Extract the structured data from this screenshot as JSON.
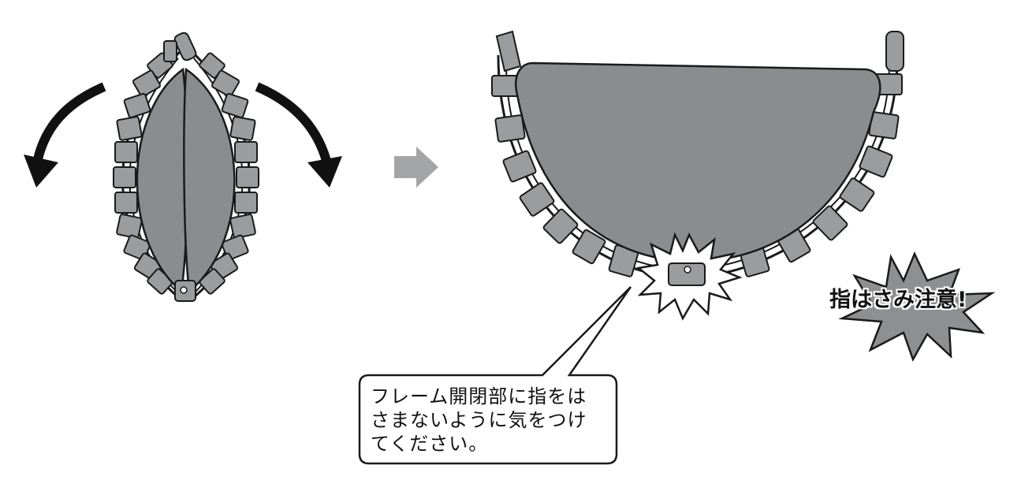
{
  "callout": {
    "lines": [
      "フレーム開閉部に指をは",
      "さまないように気をつけ",
      "てください。"
    ]
  },
  "warning_burst": {
    "label": "指はさみ注意!"
  },
  "colors": {
    "fabric": "#8a8c8e",
    "tab": "#9a9c9e",
    "burst": "#8d8f91",
    "outline": "#1a1a1a",
    "arrow": "#a3a5a7"
  },
  "icons": [
    "rotate-left-arrow-icon",
    "rotate-right-arrow-icon",
    "next-step-arrow-icon",
    "pinch-warning-burst-icon"
  ]
}
